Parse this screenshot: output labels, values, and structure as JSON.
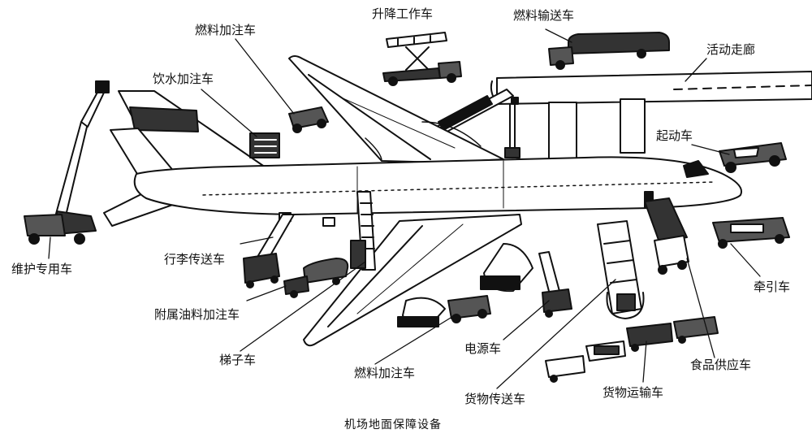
{
  "caption": "机场地面保障设备",
  "labels": {
    "fuel_top": "燃料加注车",
    "lift": "升降工作车",
    "fuel_transport": "燃料输送车",
    "jetway": "活动走廊",
    "water": "饮水加注车",
    "starter": "起动车",
    "maintenance": "维护专用车",
    "baggage": "行李传送车",
    "additive": "附属油料加注车",
    "stairs": "梯子车",
    "fuel_bottom": "燃料加注车",
    "power": "电源车",
    "cargo_conveyor": "货物传送车",
    "cargo_transport": "货物运输车",
    "catering": "食品供应车",
    "tow": "牵引车"
  }
}
